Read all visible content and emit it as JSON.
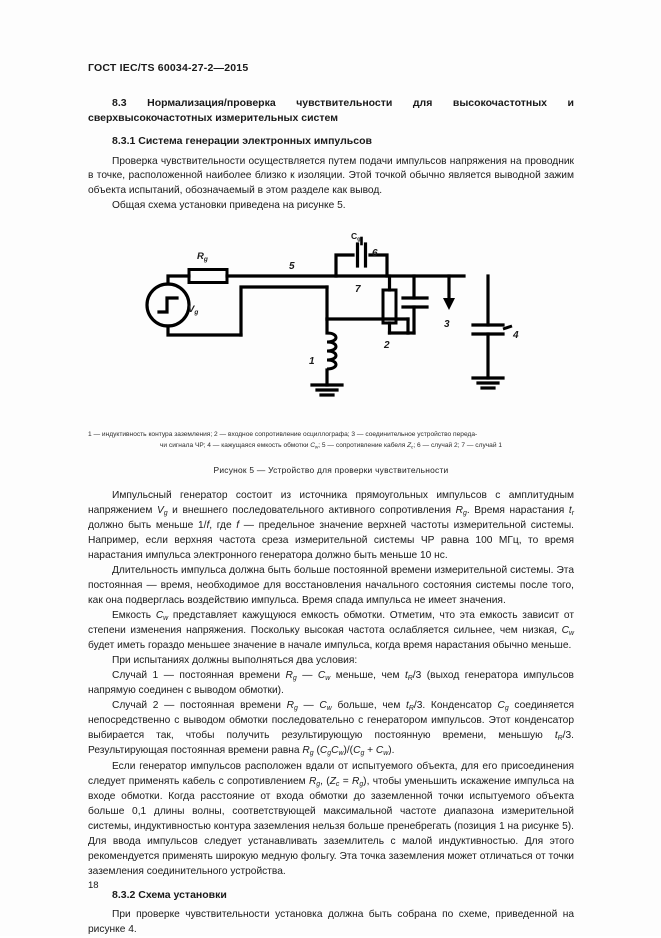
{
  "header": {
    "running_head": "ГОСТ IEC/TS 60034-27-2—2015"
  },
  "sections": {
    "s83_title": "8.3  Нормализация/проверка чувствительности для высокочастотных и сверхвысокочастотных измерительных систем",
    "s831_title": "8.3.1  Система генерации электронных импульсов",
    "s832_title": "8.3.2  Схема установки"
  },
  "paragraphs": {
    "p1": "Проверка чувствительности осуществляется путем подачи импульсов напряжения на проводник в точке, расположенной наиболее близко к изоляции. Этой точкой обычно является выводной зажим объекта испытаний, обозначаемый в этом разделе как вывод.",
    "p2": "Общая схема установки приведена на рисунке 5.",
    "p3_a": "Импульсный генератор состоит из источника прямоугольных импульсов с амплитудным напряжением ",
    "p3_vg": "V",
    "p3_vg_sub": "g",
    "p3_b": " и внешнего последовательного активного сопротивления ",
    "p3_rg": "R",
    "p3_rg_sub": "g",
    "p3_c": ". Время нарастания ",
    "p3_tr": "t",
    "p3_tr_sub": "r",
    "p3_d": " должно быть меньше 1/",
    "p3_f1": "f",
    "p3_e": ", где ",
    "p3_f2": "f",
    "p3_g": " — предельное значение верхней частоты измерительной системы. Например, если верхняя частота среза измерительной системы ЧР равна 100 МГц, то время нарастания импульса электронного генератора должно быть меньше 10 нс.",
    "p4": "Длительность импульса должна быть больше постоянной времени измерительной системы. Эта постоянная — время, необходимое для восстановления начального состояния системы после того, как она подверглась воздействию импульса. Время спада импульса не имеет значения.",
    "p5_a": "Емкость ",
    "p5_cw": "C",
    "p5_cw_sub": "w",
    "p5_b": " представляет кажущуюся емкость обмотки. Отметим, что эта емкость зависит от степени изменения напряжения. Поскольку высокая частота ослабляется сильнее, чем низкая, ",
    "p5_cw2": "C",
    "p5_cw2_sub": "w",
    "p5_c": " будет иметь гораздо меньшее значение в начале импульса, когда время нарастания обычно меньше.",
    "p6": "При испытаниях должны выполняться два условия:",
    "p7_a": "Случай 1 — постоянная времени ",
    "p7_rg": "R",
    "p7_rg_sub": "g",
    "p7_b": " — ",
    "p7_cw": "C",
    "p7_cw_sub": "w",
    "p7_c": " меньше, чем ",
    "p7_tr": "t",
    "p7_tr_sub": "R",
    "p7_d": "/3 (выход генератора импульсов напрямую соединен с выводом обмотки).",
    "p8_a": "Случай 2 — постоянная времени ",
    "p8_rg": "R",
    "p8_rg_sub": "g",
    "p8_b": " — ",
    "p8_cw": "C",
    "p8_cw_sub": "w",
    "p8_c": " больше, чем ",
    "p8_tr": "t",
    "p8_tr_sub": "R",
    "p8_d": "/3. Конденсатор ",
    "p8_cg": "C",
    "p8_cg_sub": "g",
    "p8_e": " соединяется непосредственно с выводом обмотки последовательно с генератором импульсов. Этот конденсатор выбирается так, чтобы получить результирующую постоянную времени, меньшую ",
    "p8_tr2": "t",
    "p8_tr2_sub": "R",
    "p8_f": "/3. Результирующая постоянная времени равна ",
    "p8_formula_rg": "R",
    "p8_formula_rg_sub": "g",
    "p8_g": " (",
    "p8_fc1": "C",
    "p8_fc1_sub": "g",
    "p8_fc2": "C",
    "p8_fc2_sub": "w",
    "p8_h": ")/(",
    "p8_fc3": "C",
    "p8_fc3_sub": "g",
    "p8_i": " + ",
    "p8_fc4": "C",
    "p8_fc4_sub": "w",
    "p8_j": ").",
    "p9_a": "Если генератор импульсов расположен вдали от испытуемого объекта, для его присоединения следует применять кабель с сопротивлением ",
    "p9_rg": "R",
    "p9_rg_sub": "g",
    "p9_b": ", (",
    "p9_zc": "Z",
    "p9_zc_sub": "c",
    "p9_c": " = ",
    "p9_rg2": "R",
    "p9_rg2_sub": "g",
    "p9_d": "), чтобы уменьшить искажение импульса на входе обмотки. Когда расстояние от входа обмотки до заземленной точки испытуемого объекта больше 0,1 длины волны, соответствующей максимальной частоте диапазона измерительной системы, индуктивностью контура заземления нельзя больше пренебрегать (позиция 1 на рисунке 5). Для ввода импульсов следует устанавливать заземлитель с малой индуктивностью. Для этого рекомендуется применять широкую медную фольгу. Эта точка заземления может отличаться от точки заземления соединительного устройства.",
    "p10": "При проверке чувствительности установка должна быть собрана по схеме, приведенной на рисунке 4."
  },
  "figure": {
    "labels": {
      "rg": "R",
      "rg_sub": "g",
      "vg": "V",
      "vg_sub": "g",
      "cg": "C",
      "cg_sub": "g",
      "n1": "1",
      "n2": "2",
      "n3": "3",
      "n4": "4",
      "n5": "5",
      "n6": "6",
      "n7": "7"
    },
    "note_line1": "1 — индуктивность контура заземления; 2 — входное сопротивление осциллографа; 3 — соединительное устройство переда-",
    "note_line2_a": "чи сигнала ЧР; 4 — кажущаяся емкость обмотки ",
    "note_line2_cw": "C",
    "note_line2_cw_sub": "w",
    "note_line2_b": "; 5 — сопротивление кабеля ",
    "note_line2_zc": "Z",
    "note_line2_zc_sub": "c",
    "note_line2_c": "; 6 — случай 2; 7 — случай 1",
    "caption": "Рисунок 5 —  Устройство для проверки чувствительности"
  },
  "footer": {
    "page_number": "18"
  },
  "colors": {
    "text": "#1a1a1a",
    "page_bg": "#fdfdfd",
    "ink": "#000000"
  }
}
